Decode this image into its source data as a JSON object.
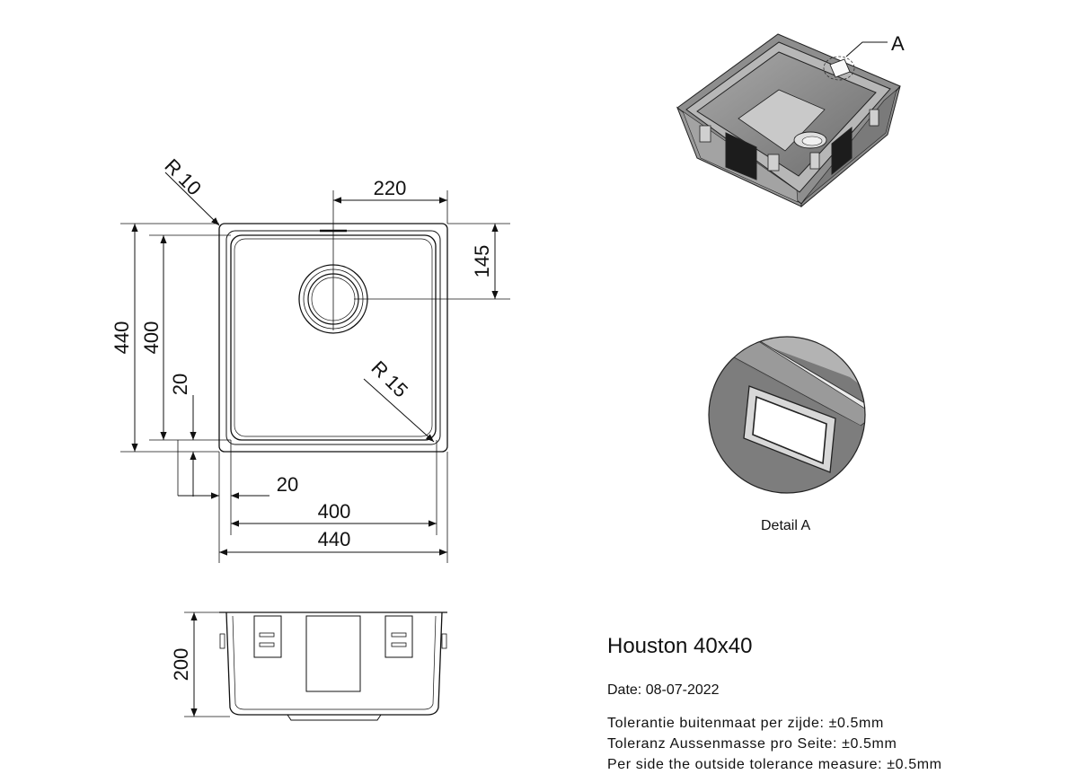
{
  "product": {
    "title": "Houston 40x40",
    "date": "Date: 08-07-2022",
    "tolerances": [
      "Tolerantie buitenmaat per zijde: ±0.5mm",
      "Toleranz Aussenmasse pro Seite: ±0.5mm",
      "Per side the outside tolerance measure: ±0.5mm"
    ]
  },
  "top_view": {
    "radius_outer": "R 10",
    "radius_inner": "R 15",
    "dim_drain_x": "220",
    "dim_drain_y": "145",
    "dim_outer_height": "440",
    "dim_inner_height": "400",
    "dim_rim_vertical": "20",
    "dim_rim_horizontal": "20",
    "dim_inner_width": "400",
    "dim_outer_width": "440"
  },
  "side_view": {
    "dim_depth": "200"
  },
  "detail": {
    "callout_letter": "A",
    "label": "Detail A"
  }
}
